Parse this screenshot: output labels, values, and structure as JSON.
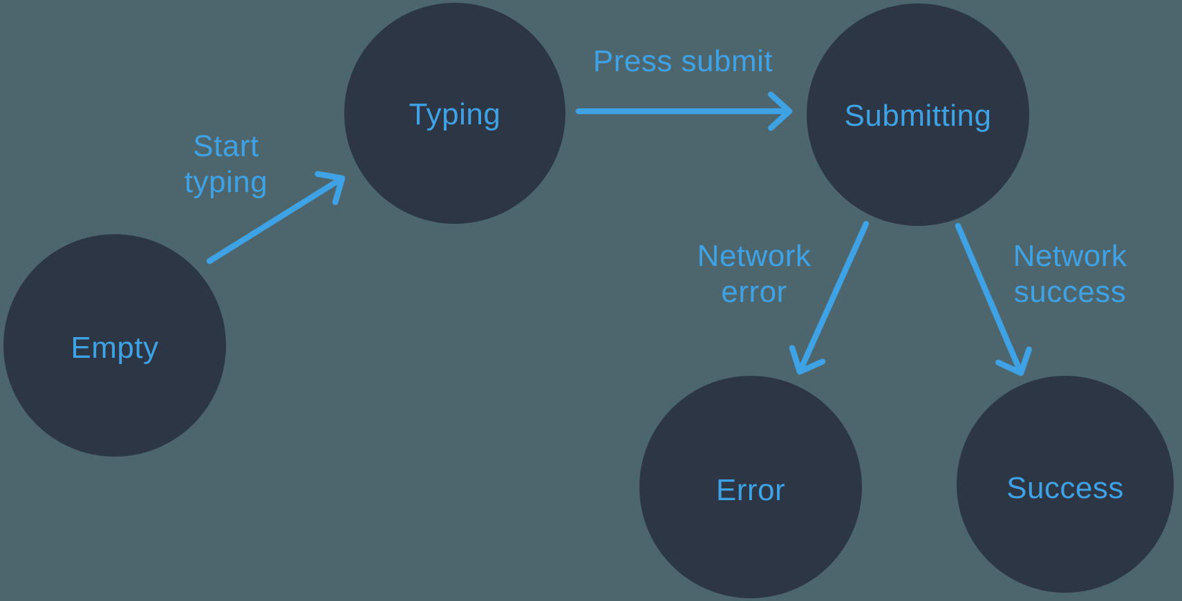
{
  "colors": {
    "background": "#4D666E",
    "node_fill": "#2C3645",
    "accent": "#3FA2E4"
  },
  "diagram": {
    "type": "state-machine",
    "states": [
      {
        "id": "empty",
        "label": "Empty"
      },
      {
        "id": "typing",
        "label": "Typing"
      },
      {
        "id": "submitting",
        "label": "Submitting"
      },
      {
        "id": "error",
        "label": "Error"
      },
      {
        "id": "success",
        "label": "Success"
      }
    ],
    "transitions": [
      {
        "from": "empty",
        "to": "typing",
        "label": "Start typing",
        "label_lines": [
          "Start",
          "typing"
        ]
      },
      {
        "from": "typing",
        "to": "submitting",
        "label": "Press submit",
        "label_lines": [
          "Press submit"
        ]
      },
      {
        "from": "submitting",
        "to": "error",
        "label": "Network error",
        "label_lines": [
          "Network",
          "error"
        ]
      },
      {
        "from": "submitting",
        "to": "success",
        "label": "Network success",
        "label_lines": [
          "Network",
          "success"
        ]
      }
    ]
  }
}
